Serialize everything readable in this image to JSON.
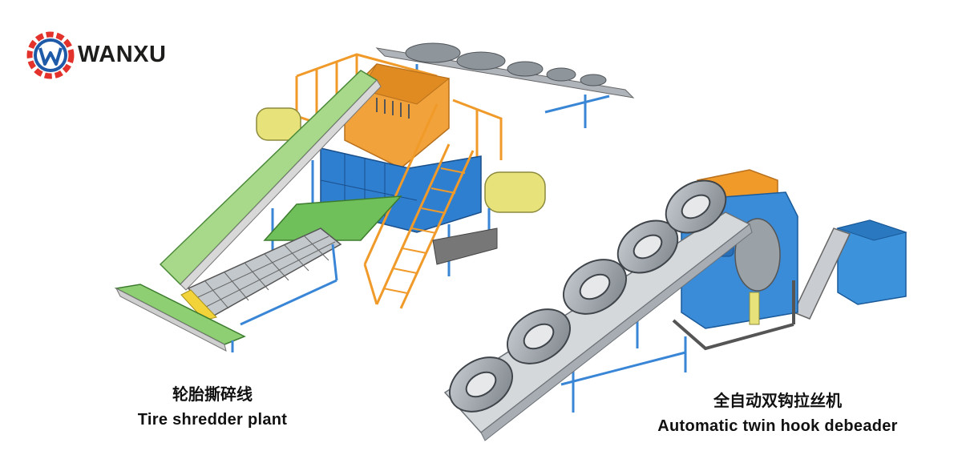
{
  "brand": {
    "name": "WANXU",
    "colors": {
      "red": "#e3322b",
      "blue": "#1e5aa8",
      "dark": "#1d1d1b"
    }
  },
  "illustrations": [
    {
      "icon": "tire-shredder-plant-illustration"
    },
    {
      "icon": "twin-hook-debeader-illustration"
    }
  ],
  "captions": {
    "left": {
      "zh": "轮胎撕碎线",
      "en": "Tire shredder plant"
    },
    "right": {
      "zh": "全自动双钩拉丝机",
      "en": "Automatic twin hook debeader"
    }
  }
}
